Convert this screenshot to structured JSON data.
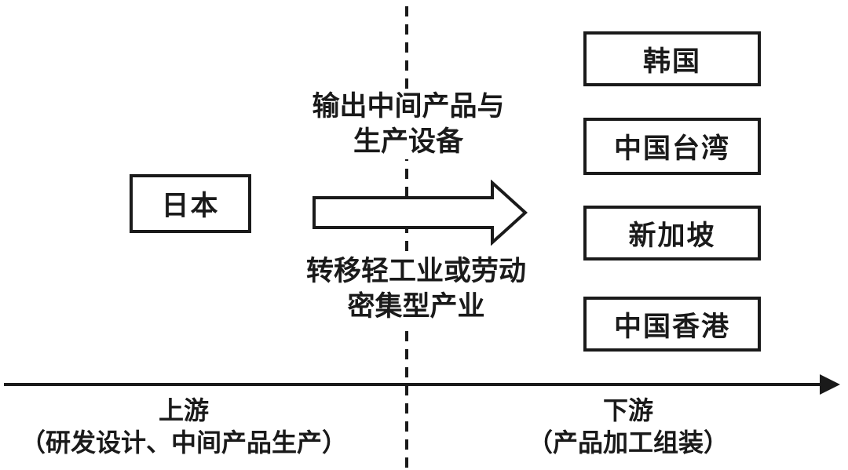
{
  "diagram": {
    "colors": {
      "ink": "#1a1a1a",
      "background": "#ffffff"
    },
    "source_box": {
      "label": "日本"
    },
    "transfer_arrow": {
      "top_text": "输出中间产品与\n生产设备",
      "bottom_text": "转移轻工业或劳动\n密集型产业"
    },
    "destination_boxes": [
      {
        "label": "韩国"
      },
      {
        "label": "中国台湾"
      },
      {
        "label": "新加坡"
      },
      {
        "label": "中国香港"
      }
    ],
    "axis": {
      "left_label_title": "上游",
      "left_label_sub": "（研发设计、中间产品生产）",
      "right_label_title": "下游",
      "right_label_sub": "（产品加工组装）"
    }
  }
}
